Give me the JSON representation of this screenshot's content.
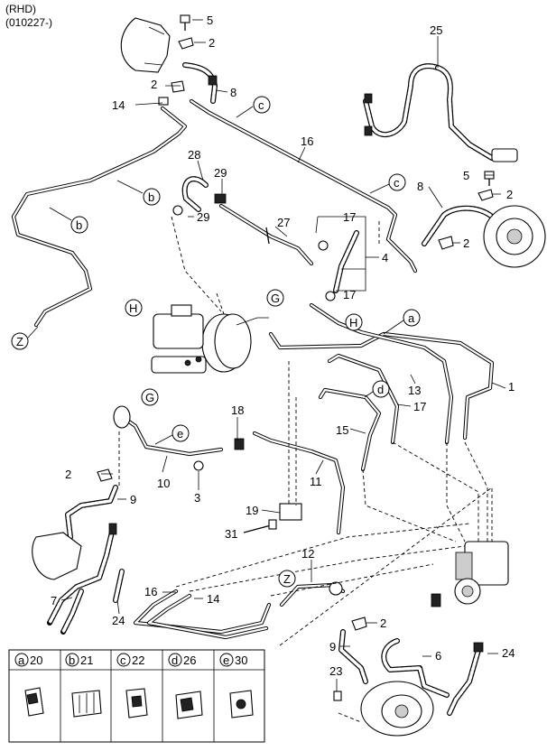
{
  "header": {
    "line1": "(RHD)",
    "line2": "(010227-)"
  },
  "part_numbers": {
    "p1": "1",
    "p2a": "2",
    "p2b": "2",
    "p2c": "2",
    "p2d": "2",
    "p2e": "2",
    "p2f": "2",
    "p3": "3",
    "p4": "4",
    "p5a": "5",
    "p5b": "5",
    "p6": "6",
    "p7": "7",
    "p8a": "8",
    "p8b": "8",
    "p9a": "9",
    "p9b": "9",
    "p10": "10",
    "p11": "11",
    "p12": "12",
    "p13": "13",
    "p14a": "14",
    "p14b": "14",
    "p15": "15",
    "p16a": "16",
    "p16b": "16",
    "p17a": "17",
    "p17b": "17",
    "p17c": "17",
    "p18": "18",
    "p19": "19",
    "p23": "23",
    "p24a": "24",
    "p24b": "24",
    "p25": "25",
    "p27": "27",
    "p28": "28",
    "p29a": "29",
    "p29b": "29",
    "p31": "31"
  },
  "callouts": {
    "a": "a",
    "b1": "b",
    "b2": "b",
    "c1": "c",
    "c2": "c",
    "d": "d",
    "e": "e",
    "z1": "Z",
    "z2": "Z",
    "g1": "G",
    "g2": "G",
    "h1": "H",
    "h2": "H"
  },
  "legend": [
    {
      "letter": "a",
      "number": "20"
    },
    {
      "letter": "b",
      "number": "21"
    },
    {
      "letter": "c",
      "number": "22"
    },
    {
      "letter": "d",
      "number": "26"
    },
    {
      "letter": "e",
      "number": "30"
    }
  ]
}
